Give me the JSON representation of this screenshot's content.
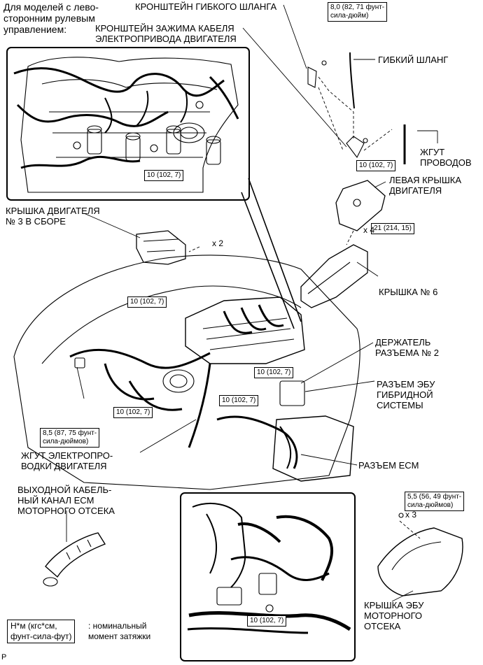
{
  "labels": {
    "lhd_models": "Для моделей с лево-\nсторонним рулевым\nуправлением:",
    "flex_hose_bracket": "КРОНШТЕЙН ГИБКОГО ШЛАНГА",
    "motor_cable_clamp_bracket": "КРОНШТЕЙН ЗАЖИМА КАБЕЛЯ\nЭЛЕКТРОПРИВОДА ДВИГАТЕЛЯ",
    "flex_hose": "ГИБКИЙ ШЛАНГ",
    "wire_harness": "ЖГУТ\nПРОВОДОВ",
    "left_engine_cover": "ЛЕВАЯ КРЫШКА\nДВИГАТЕЛЯ",
    "engine_cover_3": "КРЫШКА ДВИГАТЕЛЯ\n№ 3 В СБОРЕ",
    "cover_6": "КРЫШКА № 6",
    "connector_holder_2": "ДЕРЖАТЕЛЬ\nРАЗЪЕМА № 2",
    "hybrid_ecu_connector": "РАЗЪЕМ ЭБУ\nГИБРИДНОЙ\nСИСТЕМЫ",
    "engine_wire_harness": "ЖГУТ ЭЛЕКТРОПРО-\nВОДКИ ДВИГАТЕЛЯ",
    "ecm_connector": "РАЗЪЕМ ECM",
    "ecm_output_cable_duct": "ВЫХОДНОЙ КАБЕЛЬ-\nНЫЙ КАНАЛ ECM\nМОТОРНОГО ОТСЕКА",
    "engine_ecu_cover": "КРЫШКА ЭБУ\nМОТОРНОГО\nОТСЕКА",
    "legend_desc": ": номинальный\nмомент затяжки",
    "corner_mark": "P"
  },
  "torques": {
    "t_8_0": "8,0 (82, 71 фунт-\nсила-дюйм)",
    "t_10_harness": "10 (102, 7)",
    "t_10_inset_top": "10 (102, 7)",
    "t_21": "21 (214, 15)",
    "t_10_center": "10 (102, 7)",
    "t_10_right": "10 (102, 7)",
    "t_10_left": "10 (102, 7)",
    "t_10_mid": "10 (102, 7)",
    "t_8_5": "8,5 (87, 75 фунт-\nсила-дюймов)",
    "t_5_5": "5,5 (56, 49 фунт-\nсила-дюймов)",
    "t_10_inset_bottom": "10 (102, 7)",
    "legend_unit": "Н*м (кгс*см,\nфунт-сила-фут)"
  },
  "quantities": {
    "x2": "x 2",
    "x4": "x 4",
    "x3": "x 3"
  }
}
